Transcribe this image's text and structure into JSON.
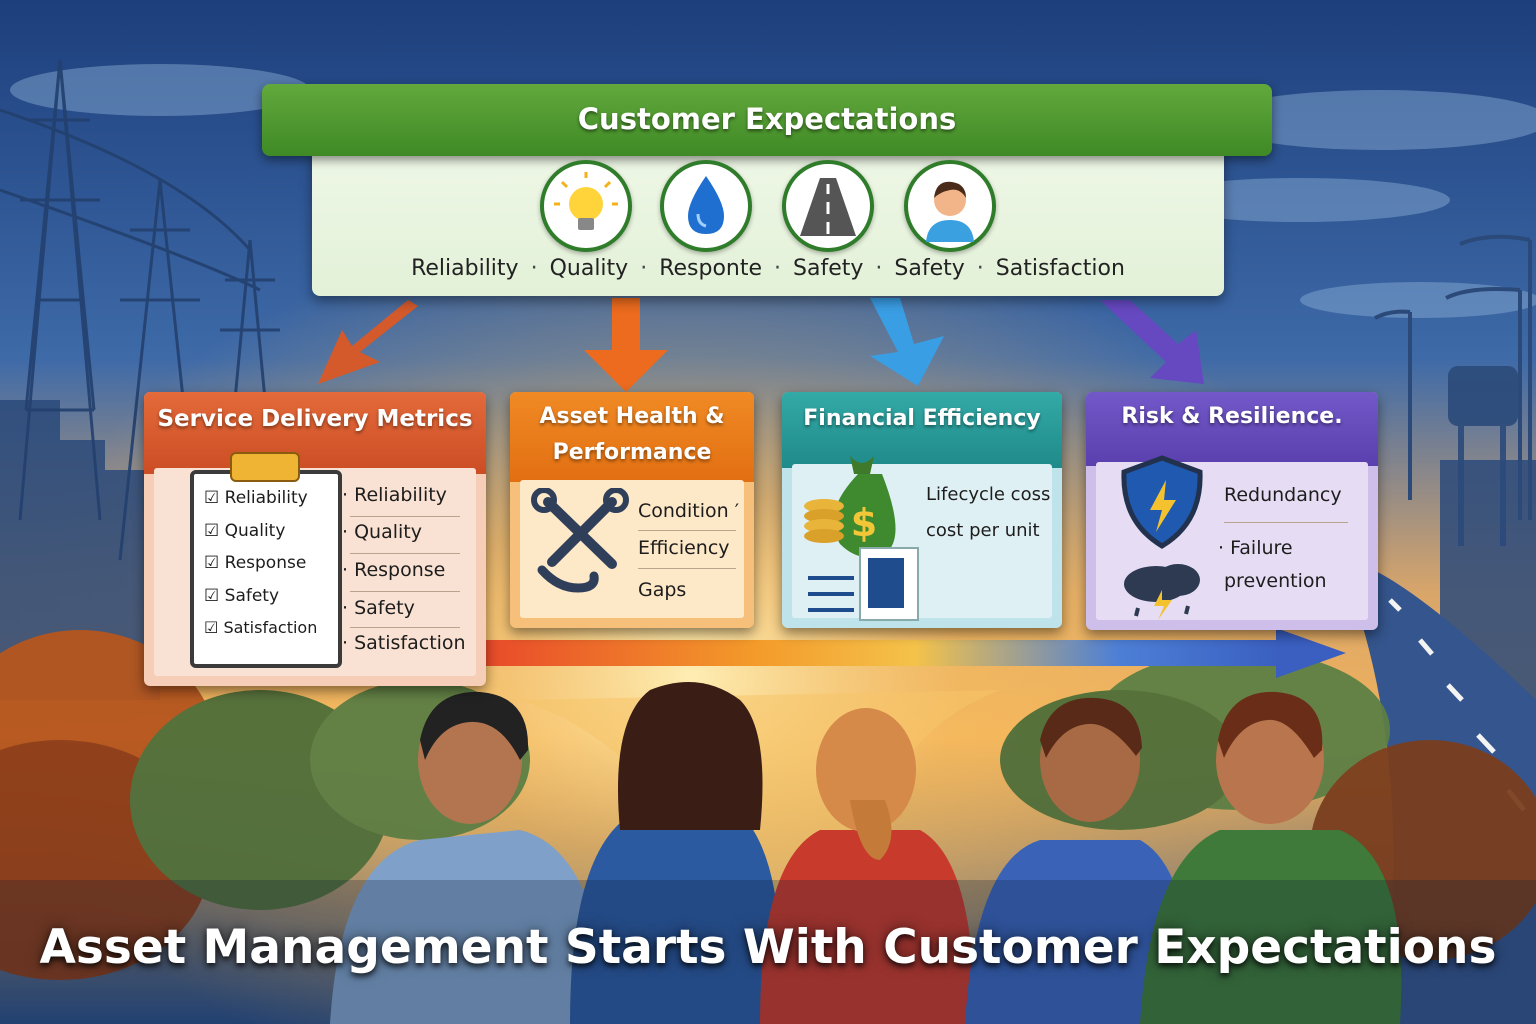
{
  "header": {
    "title": "Customer Expectations",
    "items": [
      "Reliability",
      "Quality",
      "Responte",
      "Safety",
      "Safety",
      "Satisfaction"
    ],
    "icons": [
      "lightbulb-icon",
      "water-drop-icon",
      "road-icon",
      "person-icon"
    ]
  },
  "cards": {
    "service": {
      "title": "Service Delivery Metrics",
      "checklist": [
        "Reliability",
        "Quality",
        "Response",
        "Safety",
        "Satisfaction"
      ],
      "metrics": [
        "Reliability",
        "Quality",
        "Response",
        "Safety",
        "Satisfaction"
      ]
    },
    "asset": {
      "title_line1": "Asset Health &",
      "title_line2": "Performance",
      "items": [
        "Condition",
        "Efficiency",
        "Gaps"
      ]
    },
    "financial": {
      "title": "Financial Efficiency",
      "items": [
        "Lifecycle coss",
        "cost per unit"
      ]
    },
    "risk": {
      "title": "Risk & Resilience.",
      "items": [
        "Redundancy",
        "Failure",
        "prevention"
      ]
    }
  },
  "caption": "Asset Management Starts With Customer Expectations",
  "colors": {
    "header_green": "#4e9a30",
    "service_orange": "#d9582e",
    "asset_orange": "#ea7a1c",
    "financial_teal": "#2a9a9a",
    "risk_purple": "#6a4ab8"
  }
}
